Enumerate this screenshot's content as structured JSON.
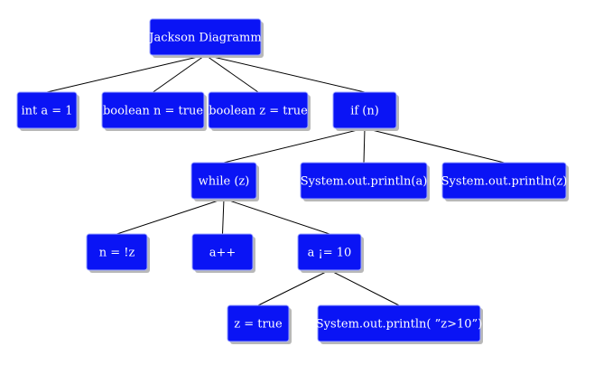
{
  "nodes": [
    {
      "id": "root",
      "label": "Jackson Diagramm"
    },
    {
      "id": "int-a",
      "label": "int a = 1"
    },
    {
      "id": "bool-n",
      "label": "boolean n = true"
    },
    {
      "id": "bool-z",
      "label": "boolean z = true"
    },
    {
      "id": "if-n",
      "label": "if (n)"
    },
    {
      "id": "while-z",
      "label": "while (z)"
    },
    {
      "id": "println-a",
      "label": "System.out.println(a)"
    },
    {
      "id": "println-z",
      "label": "System.out.println(z)"
    },
    {
      "id": "n-not-z",
      "label": "n = !z"
    },
    {
      "id": "a-inc",
      "label": "a++"
    },
    {
      "id": "a-neq-10",
      "label": "a ¡= 10"
    },
    {
      "id": "z-true",
      "label": "z = true"
    },
    {
      "id": "println-z10",
      "label": "System.out.println( ”z>10”)"
    }
  ],
  "edges": [
    [
      "root",
      "int-a"
    ],
    [
      "root",
      "bool-n"
    ],
    [
      "root",
      "bool-z"
    ],
    [
      "root",
      "if-n"
    ],
    [
      "if-n",
      "while-z"
    ],
    [
      "if-n",
      "println-a"
    ],
    [
      "if-n",
      "println-z"
    ],
    [
      "while-z",
      "n-not-z"
    ],
    [
      "while-z",
      "a-inc"
    ],
    [
      "while-z",
      "a-neq-10"
    ],
    [
      "a-neq-10",
      "z-true"
    ],
    [
      "a-neq-10",
      "println-z10"
    ]
  ],
  "colors": {
    "box": "#0a14f5",
    "text": "#ffffff",
    "line": "#000000"
  }
}
